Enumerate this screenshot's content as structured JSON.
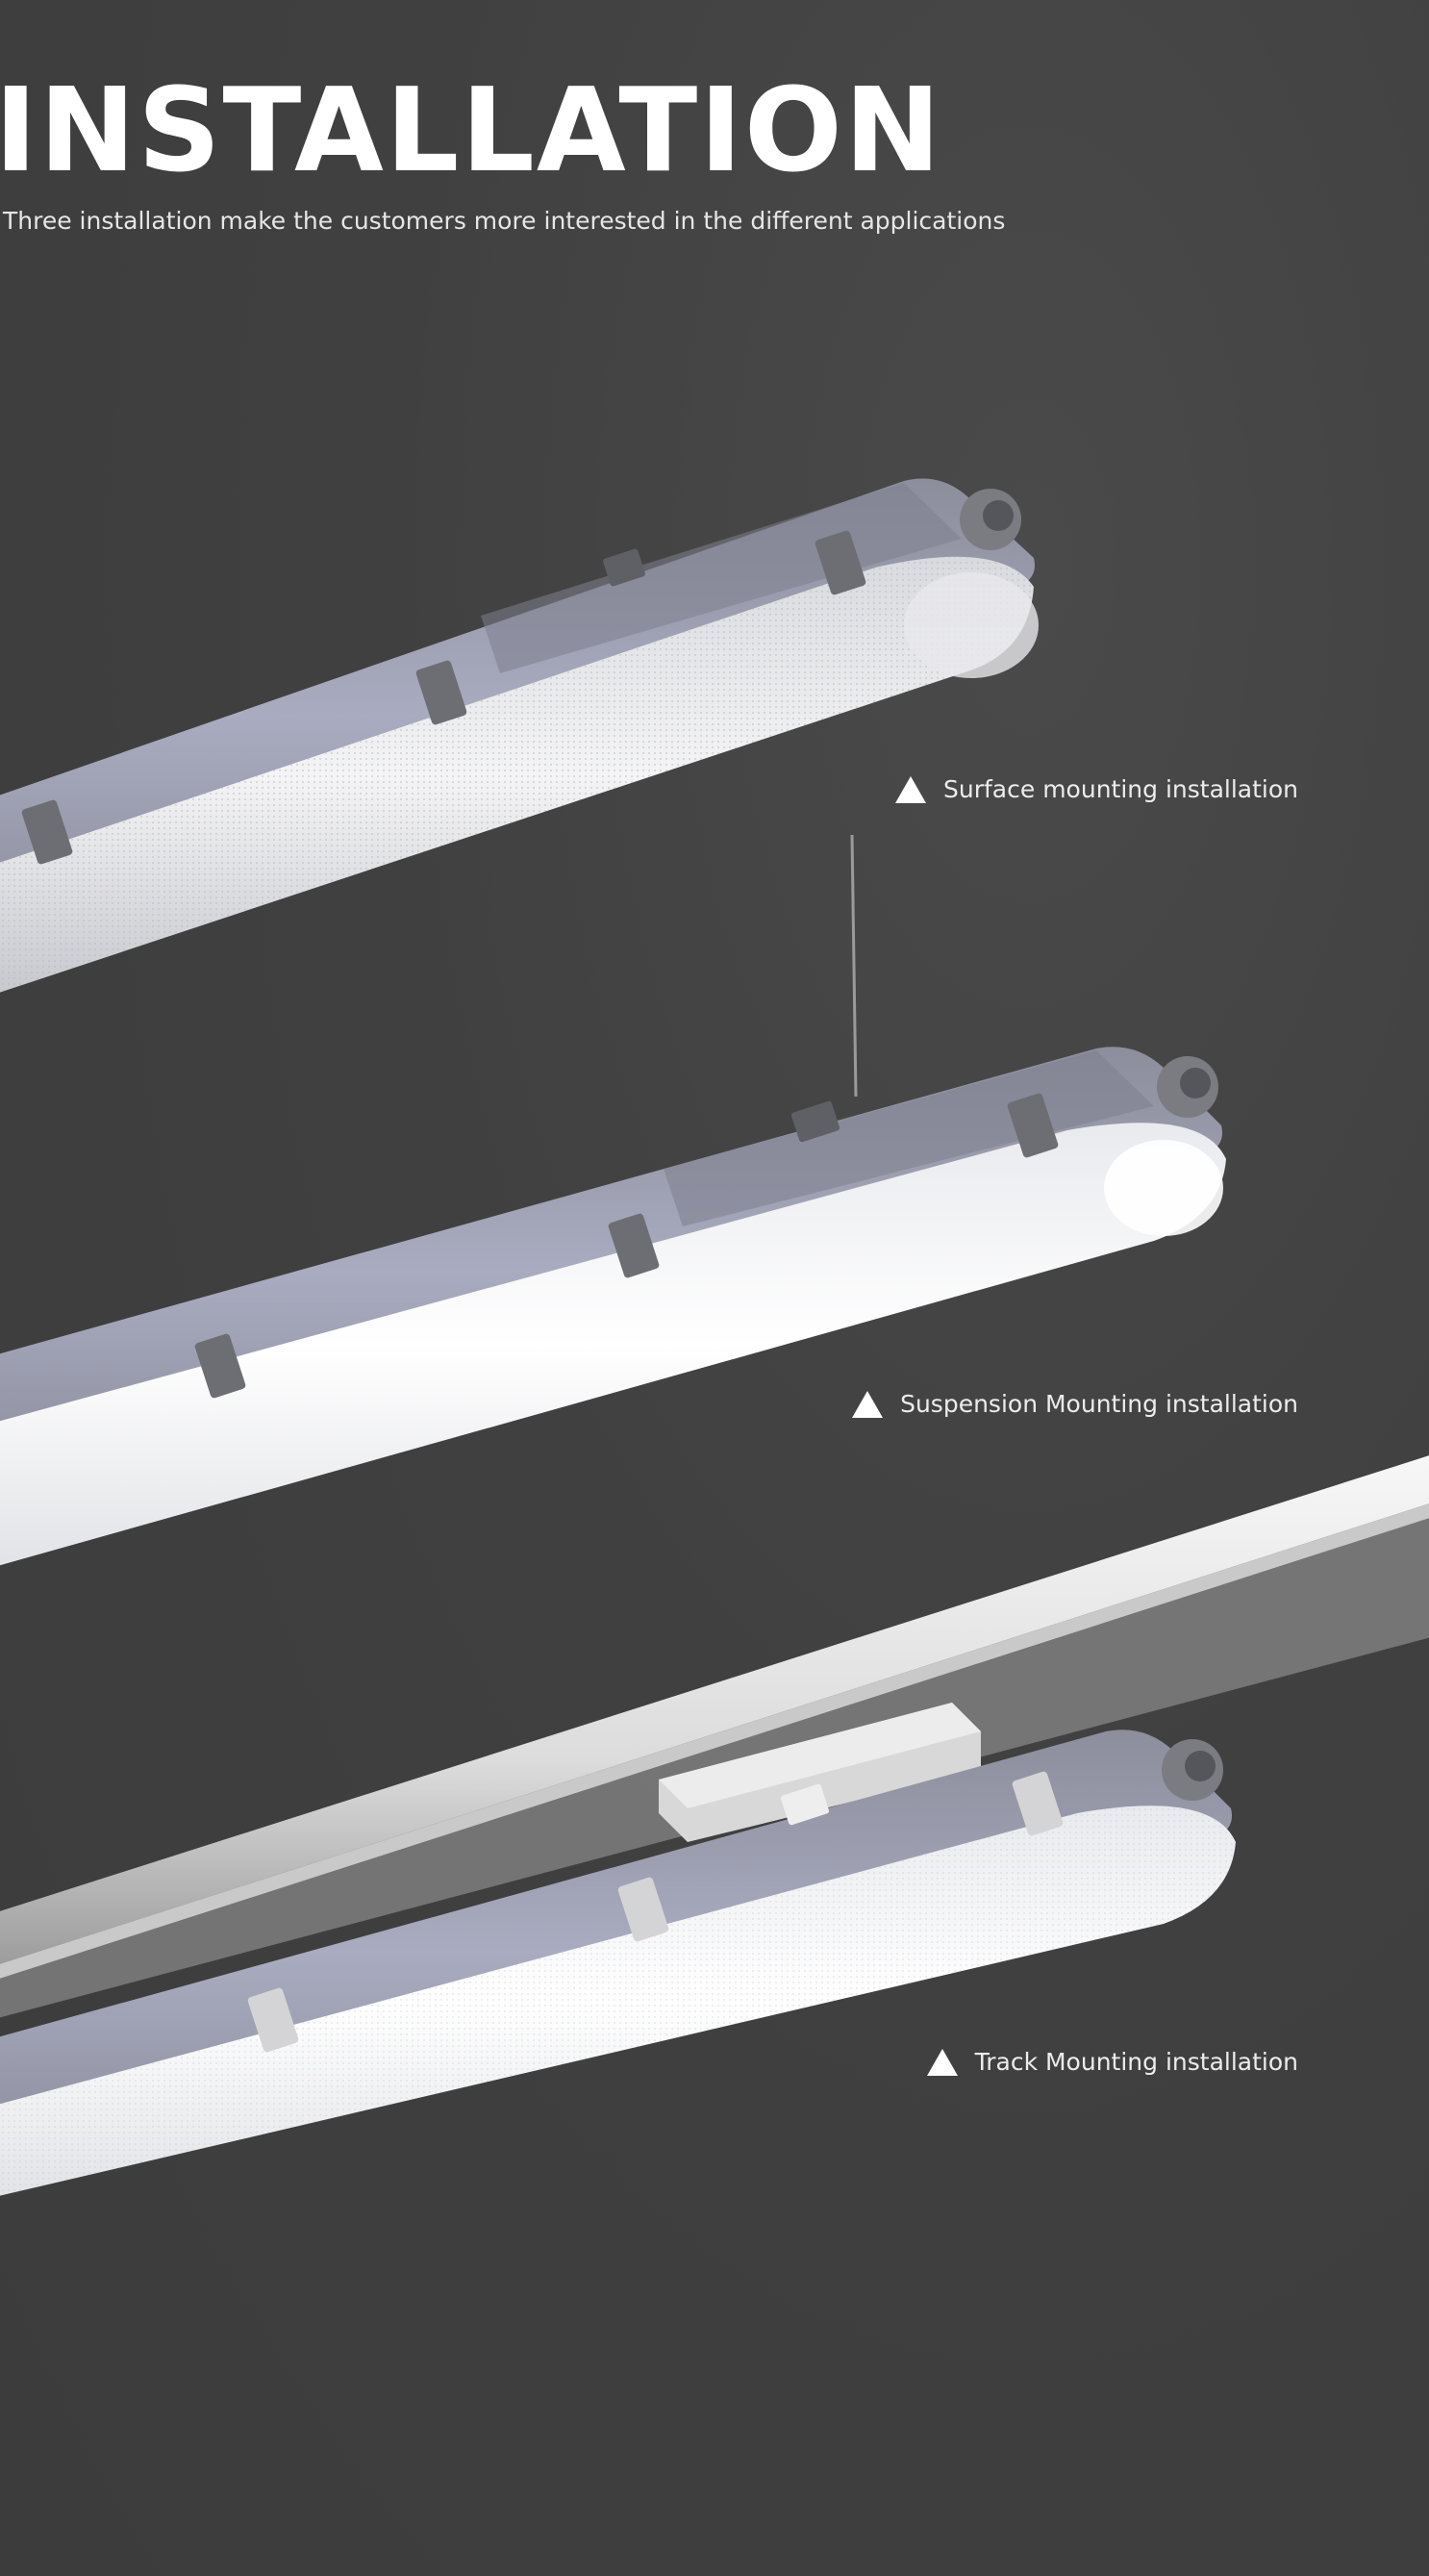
{
  "header": {
    "title": "INSTALLATION",
    "subtitle": "Three installation make the customers more interested in the different applications"
  },
  "installations": [
    {
      "label": "Surface mounting installation",
      "icon": "triangle-icon"
    },
    {
      "label": "Suspension Mounting installation",
      "icon": "triangle-icon"
    },
    {
      "label": "Track Mounting installation",
      "icon": "triangle-icon"
    }
  ],
  "colors": {
    "background": "#3f3f3f",
    "text": "#ffffff",
    "housing": "#a9abc0",
    "diffuser": "#f2f3f5"
  }
}
